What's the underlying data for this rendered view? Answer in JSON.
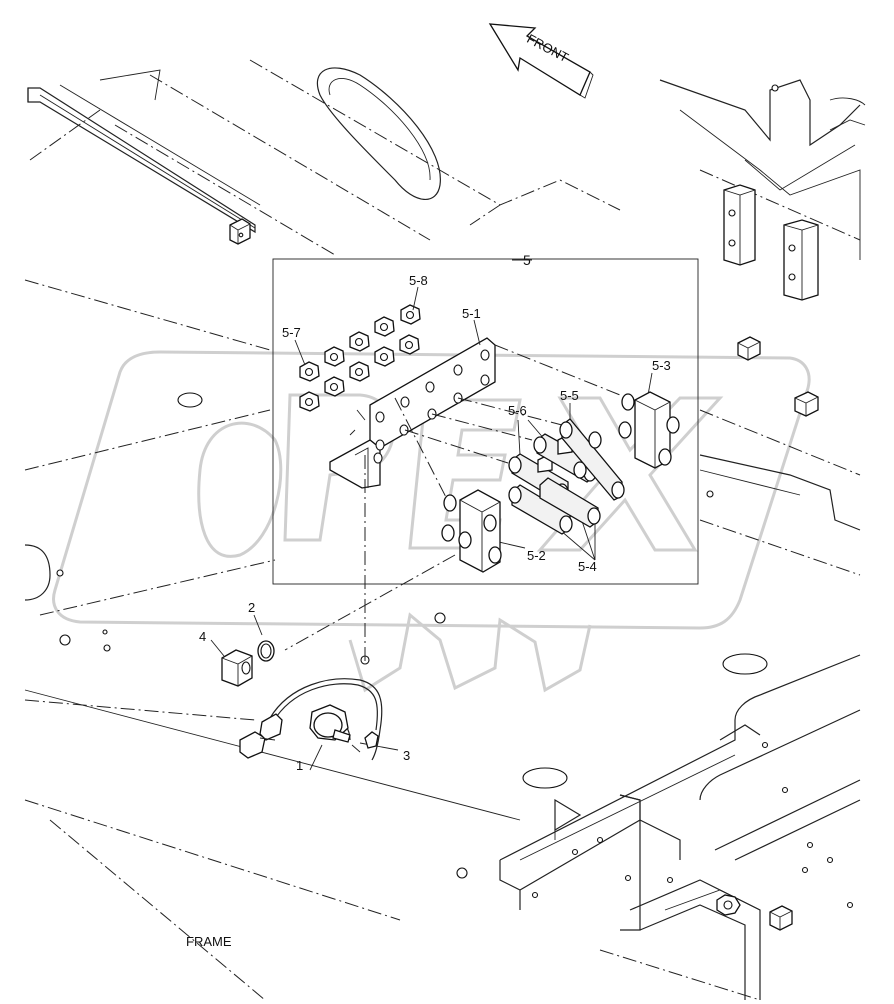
{
  "arrow": {
    "label": "FRONT"
  },
  "callouts": {
    "c5": "5",
    "c5_1": "5-1",
    "c5_2": "5-2",
    "c5_3": "5-3",
    "c5_4": "5-4",
    "c5_5": "5-5",
    "c5_6": "5-6",
    "c5_7": "5-7",
    "c5_8": "5-8",
    "c1": "1",
    "c2": "2",
    "c3": "3",
    "c4": "4"
  },
  "caption": "FRAME",
  "colors": {
    "line": "#222222",
    "watermark": "#cfcfcf",
    "background": "#ffffff"
  }
}
